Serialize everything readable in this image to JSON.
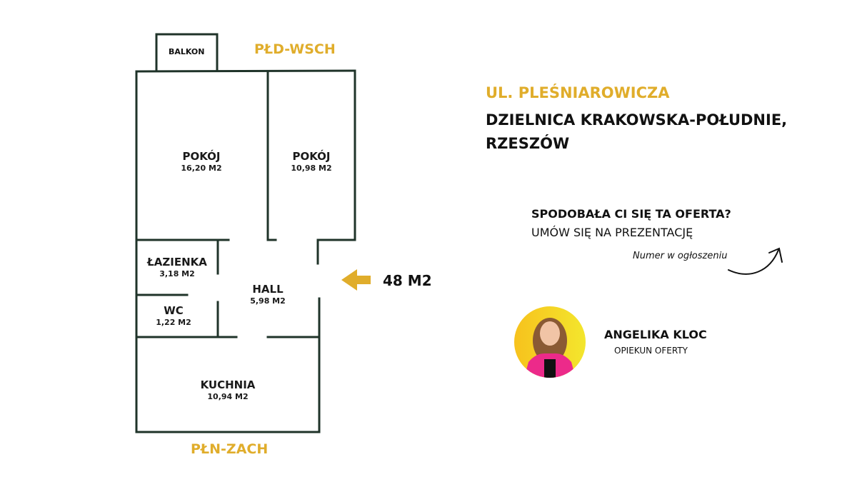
{
  "plan": {
    "orientation_top": "PŁD-WSCH",
    "orientation_bottom": "PŁN-ZACH",
    "balcony": "BALKON",
    "rooms": [
      {
        "name": "POKÓJ",
        "area": "16,20 M2"
      },
      {
        "name": "POKÓJ",
        "area": "10,98 M2"
      },
      {
        "name": "ŁAZIENKA",
        "area": "3,18 M2"
      },
      {
        "name": "HALL",
        "area": "5,98 M2"
      },
      {
        "name": "WC",
        "area": "1,22 M2"
      },
      {
        "name": "KUCHNIA",
        "area": "10,94 M2"
      }
    ],
    "total_area": "48 M2",
    "wall_color": "#1f3329",
    "accent_color": "#e0ad2b"
  },
  "listing": {
    "street": "UL. PLEŚNIAROWICZA",
    "district": "DZIELNICA KRAKOWSKA-POŁUDNIE, RZESZÓW"
  },
  "cta": {
    "headline": "SPODOBAŁA CI SIĘ TA OFERTA?",
    "subline": "UMÓW SIĘ NA PREZENTACJĘ",
    "note": "Numer w ogłoszeniu"
  },
  "agent": {
    "name": "ANGELIKA KLOC",
    "role": "OPIEKUN OFERTY"
  }
}
